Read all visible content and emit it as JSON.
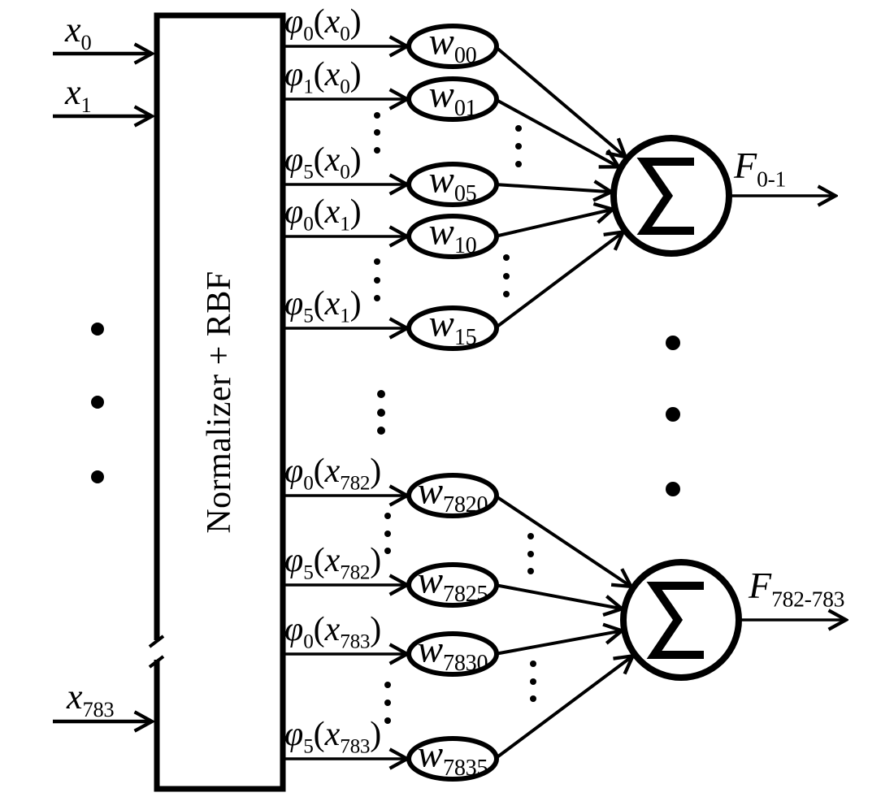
{
  "figure": {
    "colors": {
      "ink": "#000000",
      "background": "#ffffff"
    },
    "block": {
      "label": "Normalizer + RBF"
    },
    "inputs": [
      {
        "base": "x",
        "sub": "0"
      },
      {
        "base": "x",
        "sub": "1"
      },
      {
        "base": "x",
        "sub": "783"
      }
    ],
    "basis_rows": [
      {
        "phi": "φ",
        "phi_sub": "0",
        "open": "(",
        "arg": "x",
        "arg_sub": "0",
        "close": ")",
        "w": "w",
        "w_sub": "00"
      },
      {
        "phi": "φ",
        "phi_sub": "1",
        "open": "(",
        "arg": "x",
        "arg_sub": "0",
        "close": ")",
        "w": "w",
        "w_sub": "01"
      },
      {
        "phi": "φ",
        "phi_sub": "5",
        "open": "(",
        "arg": "x",
        "arg_sub": "0",
        "close": ")",
        "w": "w",
        "w_sub": "05"
      },
      {
        "phi": "φ",
        "phi_sub": "0",
        "open": "(",
        "arg": "x",
        "arg_sub": "1",
        "close": ")",
        "w": "w",
        "w_sub": "10"
      },
      {
        "phi": "φ",
        "phi_sub": "5",
        "open": "(",
        "arg": "x",
        "arg_sub": "1",
        "close": ")",
        "w": "w",
        "w_sub": "15"
      },
      {
        "phi": "φ",
        "phi_sub": "0",
        "open": "(",
        "arg": "x",
        "arg_sub": "782",
        "close": ")",
        "w": "w",
        "w_sub": "7820"
      },
      {
        "phi": "φ",
        "phi_sub": "5",
        "open": "(",
        "arg": "x",
        "arg_sub": "782",
        "close": ")",
        "w": "w",
        "w_sub": "7825"
      },
      {
        "phi": "φ",
        "phi_sub": "0",
        "open": "(",
        "arg": "x",
        "arg_sub": "783",
        "close": ")",
        "w": "w",
        "w_sub": "7830"
      },
      {
        "phi": "φ",
        "phi_sub": "5",
        "open": "(",
        "arg": "x",
        "arg_sub": "783",
        "close": ")",
        "w": "w",
        "w_sub": "7835"
      }
    ],
    "summation_nodes": [
      {
        "symbol": "Σ",
        "output_base": "F",
        "output_sub": "0-1"
      },
      {
        "symbol": "Σ",
        "output_base": "F",
        "output_sub": "782-783"
      }
    ]
  }
}
